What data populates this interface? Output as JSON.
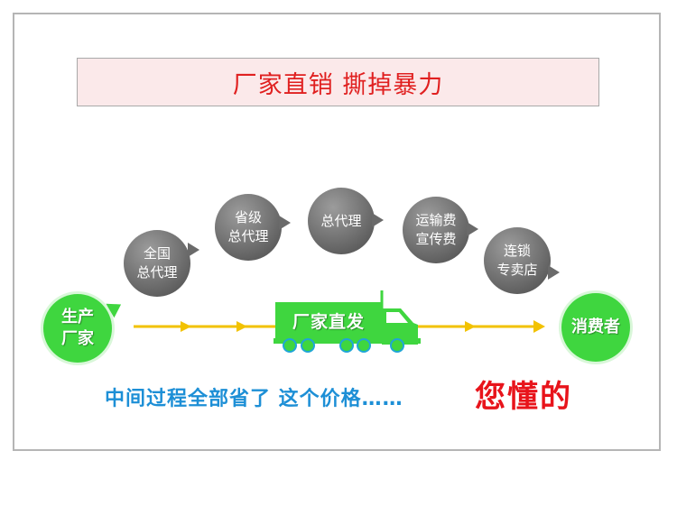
{
  "title": "厂家直销  撕掉暴力",
  "nodes": {
    "producer": [
      "生产",
      "厂家"
    ],
    "national_agent": [
      "全国",
      "总代理"
    ],
    "provincial_agent": [
      "省级",
      "总代理"
    ],
    "general_agent": [
      "总代理"
    ],
    "shipping_ad": [
      "运输费",
      "宣传费"
    ],
    "chain_store": [
      "连锁",
      "专卖店"
    ],
    "consumer": [
      "消费者"
    ]
  },
  "truck_label": "厂家直发",
  "caption": {
    "left": "中间过程全部省了  这个价格……",
    "right": "您懂的"
  },
  "colors": {
    "title_text": "#e02020",
    "green": "#3fd63f",
    "arrow": "#f2c200",
    "caption_blue": "#1d8fd6",
    "caption_red": "#e8141b"
  }
}
